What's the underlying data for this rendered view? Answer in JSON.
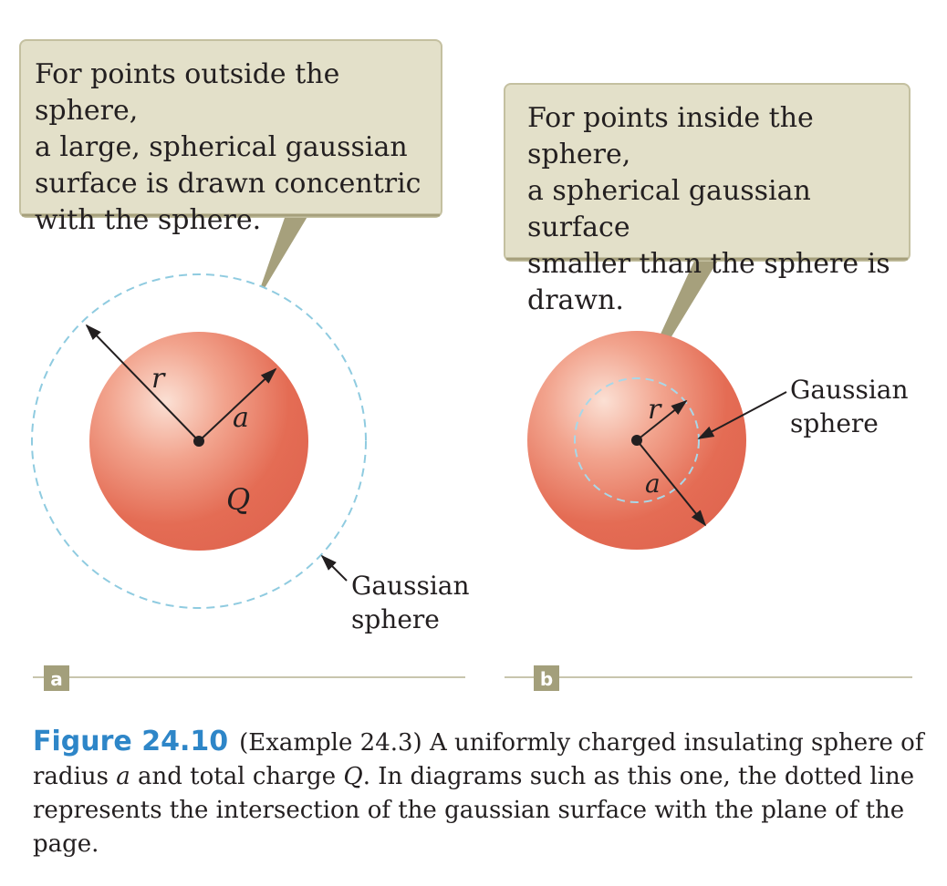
{
  "callouts": {
    "a": {
      "text": "For points outside the sphere,\na large, spherical gaussian\nsurface is drawn concentric\nwith the sphere."
    },
    "b": {
      "text": "For points inside the sphere,\na spherical gaussian surface\nsmaller than the sphere is\ndrawn."
    }
  },
  "panel_a": {
    "label": "a",
    "radius_r": "r",
    "radius_a": "a",
    "charge": "Q",
    "gaussian_label_line1": "Gaussian",
    "gaussian_label_line2": "sphere"
  },
  "panel_b": {
    "label": "b",
    "radius_r": "r",
    "radius_a": "a",
    "gaussian_label_line1": "Gaussian",
    "gaussian_label_line2": "sphere"
  },
  "caption": {
    "figure_number": "Figure 24.10",
    "part1": "(Example 24.3) A uniformly charged insulating sphere of radius ",
    "var_a": "a",
    "part2": " and total charge ",
    "var_q": "Q",
    "part3": ". In diagrams such as this one, the dotted line represents the intersection of the gaussian surface with the plane of the page."
  },
  "colors": {
    "callout_fill": "#e3e0c9",
    "callout_border": "#b5b294",
    "pointer": "#a6a07c",
    "gaussian_dash": "#8fcbe0",
    "sphere_light": "#f8c9b6",
    "sphere_dark": "#df5f48",
    "label_badge": "#a39f7b",
    "caption_blue": "#2e86c8"
  }
}
